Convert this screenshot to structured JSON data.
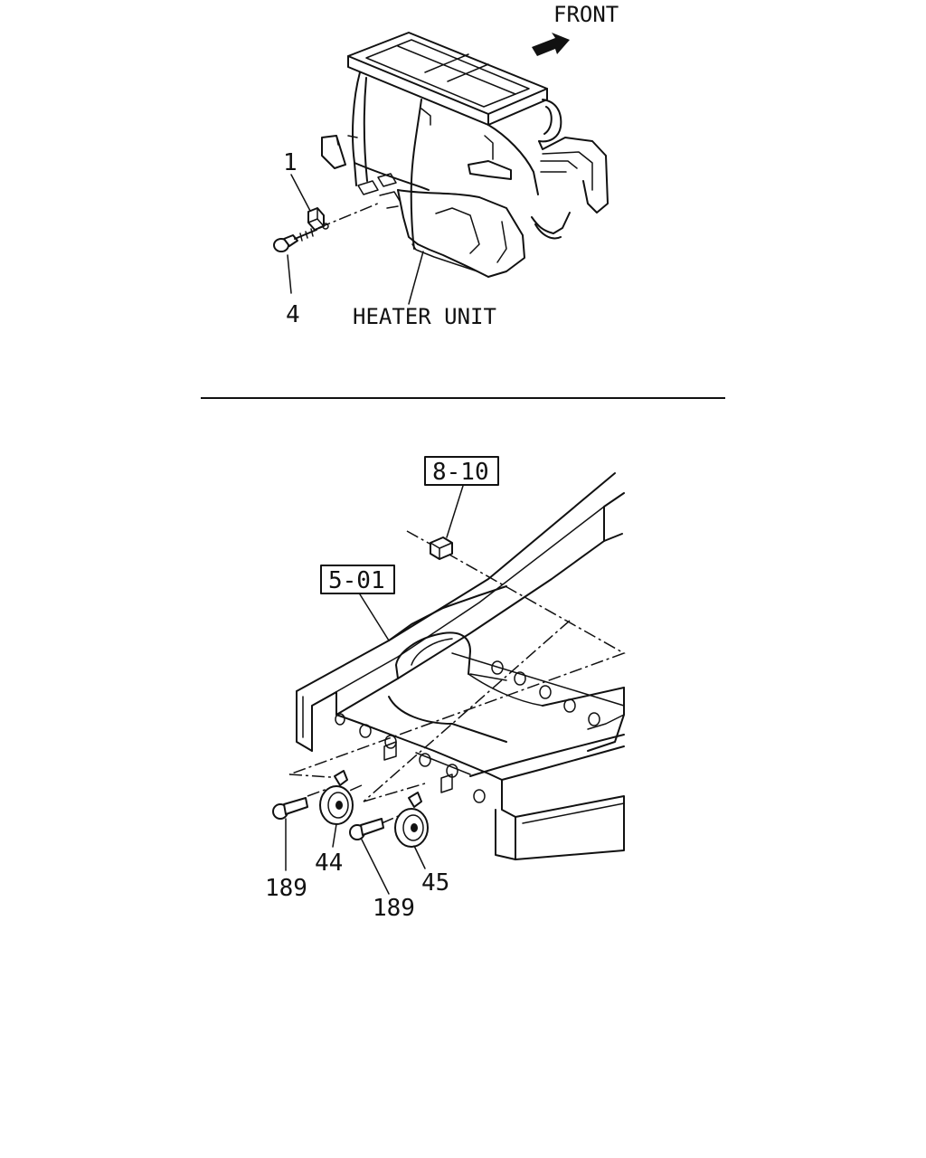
{
  "upper_figure": {
    "direction_label": "FRONT",
    "assembly_label": "HEATER UNIT",
    "callouts": {
      "part_1": "1",
      "part_4": "4"
    }
  },
  "lower_figure": {
    "ref_boxes": {
      "box_8_10": "8-10",
      "box_5_01": "5-01"
    },
    "callouts": {
      "part_44": "44",
      "part_45": "45",
      "part_189_left": "189",
      "part_189_right": "189"
    }
  }
}
